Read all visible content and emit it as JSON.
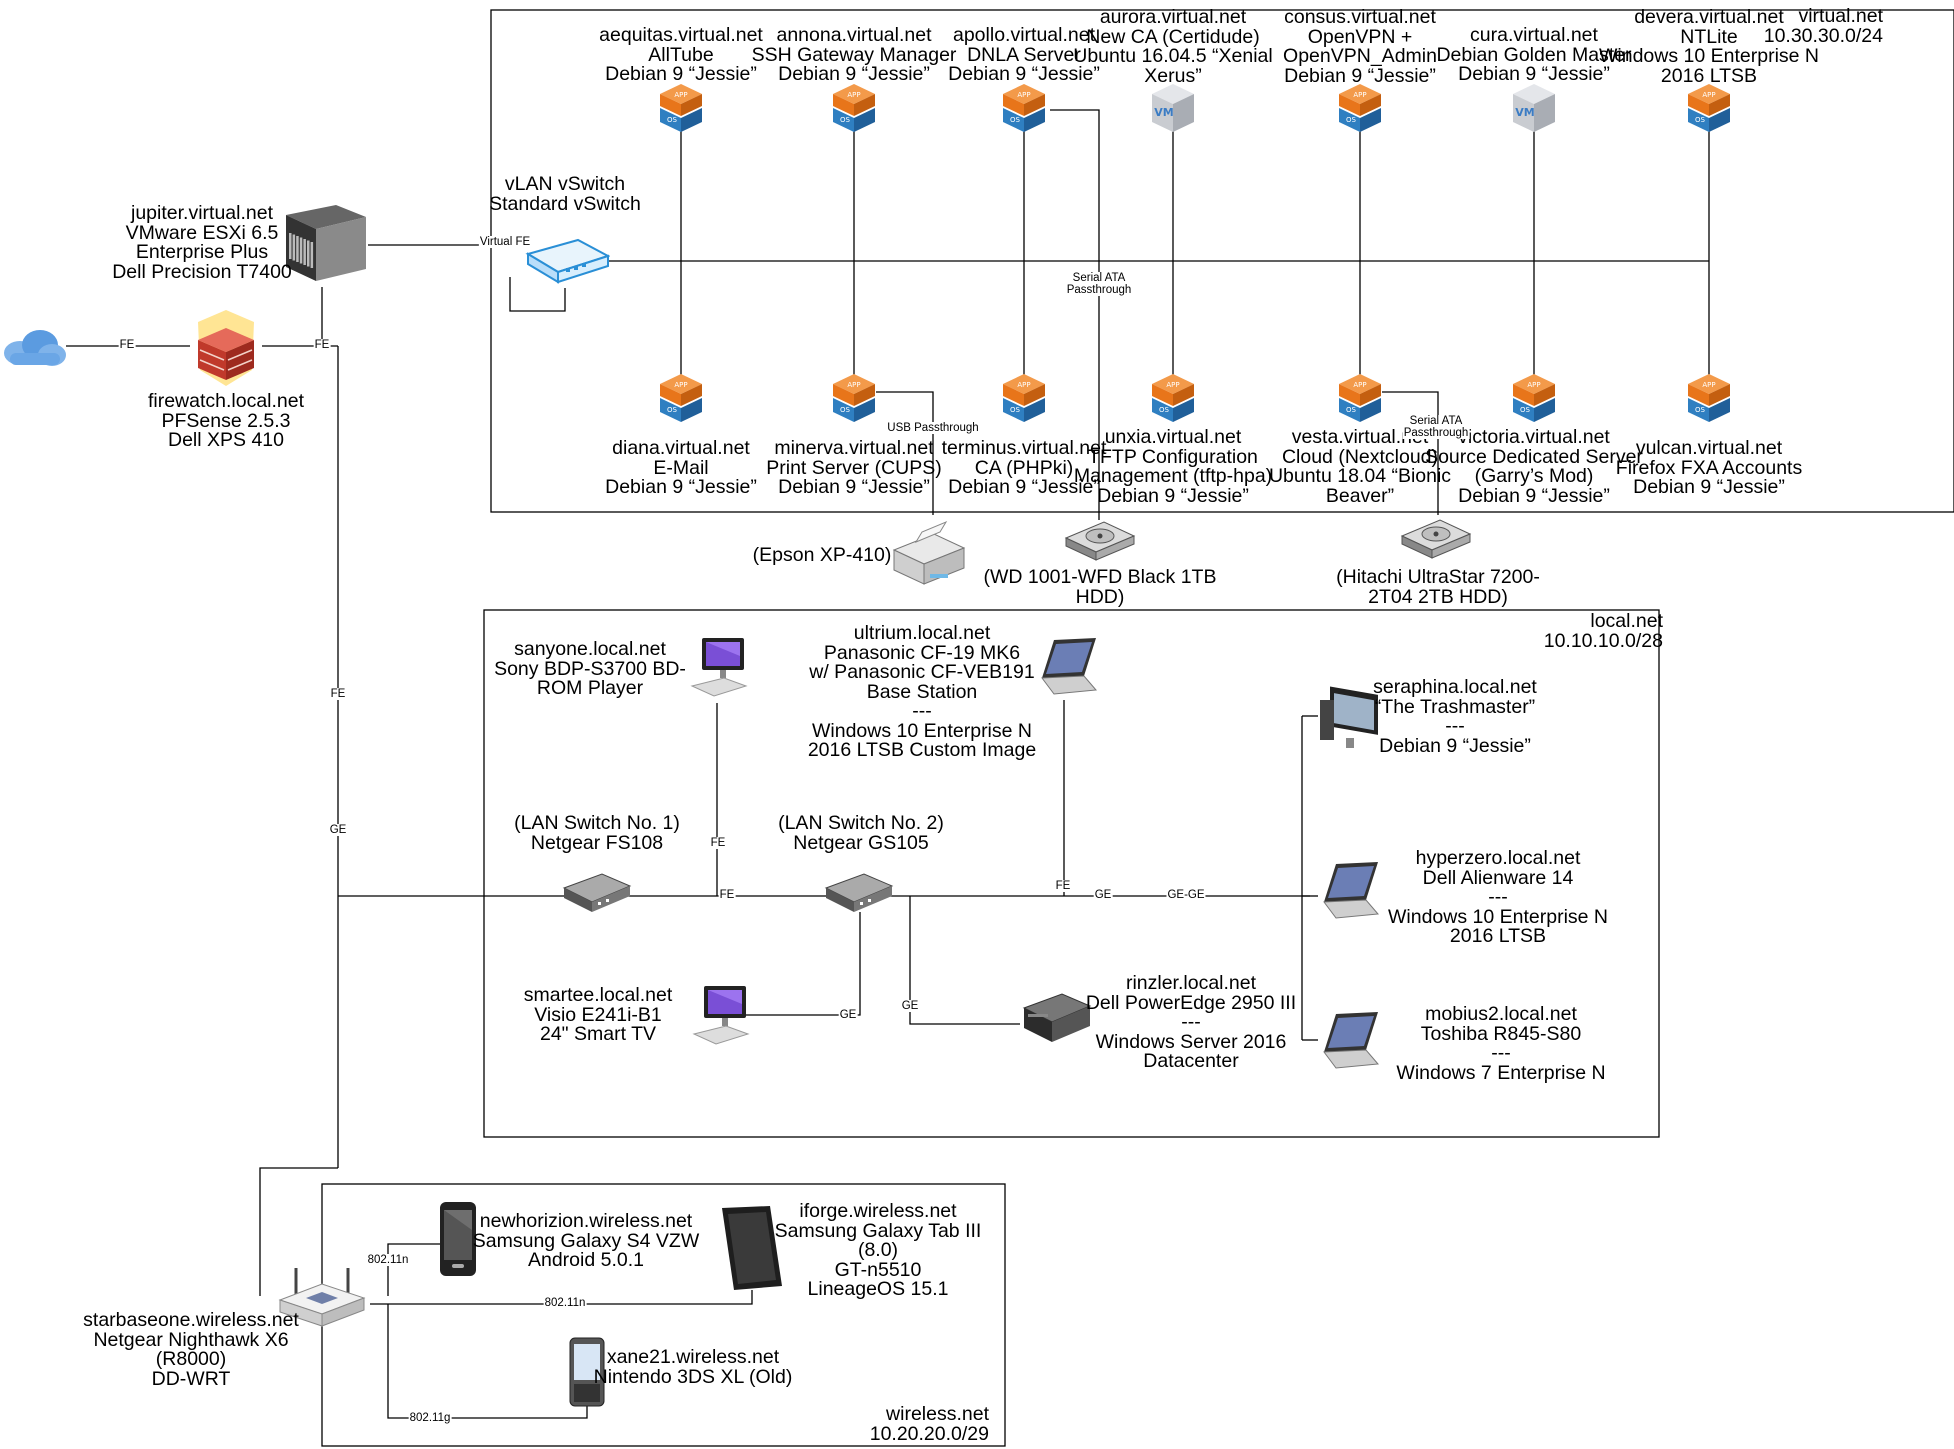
{
  "zones": {
    "virtual": {
      "name": "virtual.net",
      "subnet": "10.30.30.0/24"
    },
    "local": {
      "name": "local.net",
      "subnet": "10.10.10.0/28"
    },
    "wireless": {
      "name": "wireless.net",
      "subnet": "10.20.20.0/29"
    }
  },
  "vms_top": [
    {
      "lines": [
        "aequitas.virtual.net",
        "AllTube",
        "Debian 9 “Jessie”"
      ],
      "icon": "app-os-icon"
    },
    {
      "lines": [
        "annona.virtual.net",
        "SSH Gateway Manager",
        "Debian 9 “Jessie”"
      ],
      "icon": "app-os-icon"
    },
    {
      "lines": [
        "apollo.virtual.net",
        "DNLA Server",
        "Debian 9 “Jessie”"
      ],
      "icon": "app-os-icon"
    },
    {
      "lines": [
        "aurora.virtual.net",
        "New CA (Certidude)",
        "Ubuntu 16.04.5 “Xenial",
        "Xerus”"
      ],
      "icon": "vm-icon"
    },
    {
      "lines": [
        "consus.virtual.net",
        "OpenVPN +",
        "OpenVPN_Admin",
        "Debian 9 “Jessie”"
      ],
      "icon": "app-os-icon"
    },
    {
      "lines": [
        "cura.virtual.net",
        "Debian Golden Master",
        "Debian 9 “Jessie”"
      ],
      "icon": "vm-icon"
    },
    {
      "lines": [
        "devera.virtual.net",
        "NTLite",
        "Windows 10 Enterprise N",
        "2016 LTSB"
      ],
      "icon": "app-os-icon"
    }
  ],
  "vms_bottom": [
    {
      "lines": [
        "diana.virtual.net",
        "E-Mail",
        "Debian 9 “Jessie”"
      ]
    },
    {
      "lines": [
        "minerva.virtual.net",
        "Print Server (CUPS)",
        "Debian 9 “Jessie”"
      ]
    },
    {
      "lines": [
        "terminus.virtual.net",
        "CA (PHPki)",
        "Debian 9 “Jessie”"
      ]
    },
    {
      "lines": [
        "unxia.virtual.net",
        "TFTP Configuration",
        "Management (tftp-hpa)",
        "Debian 9 “Jessie”"
      ]
    },
    {
      "lines": [
        "vesta.virtual.net",
        "Cloud (Nextcloud)",
        "Ubuntu 18.04 “Bionic",
        "Beaver”"
      ]
    },
    {
      "lines": [
        "victoria.virtual.net",
        "Source Dedicated Server",
        "(Garry’s Mod)",
        "Debian 9 “Jessie”"
      ]
    },
    {
      "lines": [
        "vulcan.virtual.net",
        "Firefox FXA Accounts",
        "Debian 9 “Jessie”"
      ]
    }
  ],
  "vswitch": {
    "lines": [
      "vLAN vSwitch",
      "Standard vSwitch"
    ]
  },
  "jupiter": {
    "lines": [
      "jupiter.virtual.net",
      "VMware ESXi 6.5",
      "Enterprise Plus",
      "Dell Precision T7400"
    ]
  },
  "firewatch": {
    "lines": [
      "firewatch.local.net",
      "PFSense 2.5.3",
      "Dell XPS 410"
    ]
  },
  "peripherals": {
    "printer": {
      "lines": [
        "(Epson XP-410)"
      ]
    },
    "hdd1": {
      "lines": [
        "(WD 1001-WFD Black 1TB",
        "HDD)"
      ]
    },
    "hdd2": {
      "lines": [
        "(Hitachi UltraStar 7200-",
        "2T04 2TB HDD)"
      ]
    }
  },
  "local_devices": {
    "sanyone": {
      "lines": [
        "sanyone.local.net",
        "Sony BDP-S3700 BD-",
        "ROM Player"
      ]
    },
    "ultrium": {
      "lines": [
        "ultrium.local.net",
        "Panasonic CF-19 MK6",
        "w/ Panasonic CF-VEB191",
        "Base Station",
        "---",
        "Windows 10 Enterprise N",
        "2016 LTSB Custom Image"
      ]
    },
    "seraphina": {
      "lines": [
        "seraphina.local.net",
        "“The Trashmaster”",
        "---",
        "Debian 9 “Jessie”"
      ]
    },
    "switch1": {
      "lines": [
        "(LAN Switch No. 1)",
        "Netgear FS108"
      ]
    },
    "switch2": {
      "lines": [
        "(LAN Switch No. 2)",
        "Netgear GS105"
      ]
    },
    "hyperzero": {
      "lines": [
        "hyperzero.local.net",
        "Dell Alienware 14",
        "---",
        "Windows 10 Enterprise N",
        "2016 LTSB"
      ]
    },
    "smartee": {
      "lines": [
        "smartee.local.net",
        "Visio E241i-B1",
        "24\" Smart TV"
      ]
    },
    "rinzler": {
      "lines": [
        "rinzler.local.net",
        "Dell PowerEdge 2950 III",
        "---",
        "Windows Server 2016",
        "Datacenter"
      ]
    },
    "mobius2": {
      "lines": [
        "mobius2.local.net",
        "Toshiba R845-S80",
        "---",
        "Windows 7 Enterprise N"
      ]
    }
  },
  "wireless_devices": {
    "starbase": {
      "lines": [
        "starbaseone.wireless.net",
        "Netgear Nighthawk X6",
        "(R8000)",
        "DD-WRT"
      ]
    },
    "newhorizon": {
      "lines": [
        "newhorizion.wireless.net",
        "Samsung Galaxy S4 VZW",
        "Android 5.0.1"
      ]
    },
    "iforge": {
      "lines": [
        "iforge.wireless.net",
        "Samsung Galaxy Tab III",
        "(8.0)",
        "GT-n5510",
        "LineageOS 15.1"
      ]
    },
    "xane21": {
      "lines": [
        "xane21.wireless.net",
        "Nintendo 3DS XL (Old)"
      ]
    }
  },
  "link_labels": {
    "virtual_fe": "Virtual FE",
    "fe": "FE",
    "ge": "GE",
    "ge_ge": "GE-GE",
    "usb": "USB Passthrough",
    "sata1": [
      "Serial ATA",
      "Passthrough"
    ],
    "sata2": [
      "Serial ATA",
      "Passthrough"
    ],
    "wifi_n": "802.11n",
    "wifi_g": "802.11g"
  },
  "colors": {
    "app_orange": "#e8751a",
    "app_blue": "#2f7fc1",
    "vm_gray": "#c9ccd1",
    "line": "#000000",
    "firewall": "#c0392b",
    "cloud": "#4a90e2"
  }
}
